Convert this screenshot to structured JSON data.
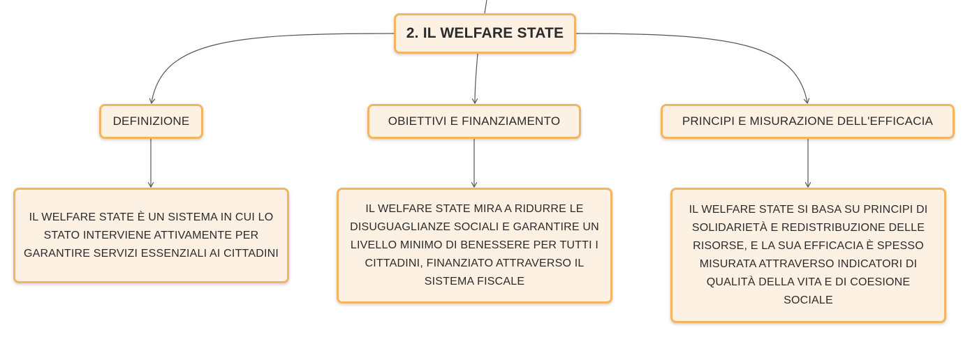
{
  "colors": {
    "node_fill": "#fdf1e3",
    "node_border": "#f5b461",
    "connector": "#555555",
    "text": "#2b2b2b"
  },
  "root": {
    "label": "2. IL WELFARE STATE"
  },
  "branches": [
    {
      "label": "DEFINIZIONE",
      "detail": "IL WELFARE STATE È UN SISTEMA IN CUI LO STATO INTERVIENE ATTIVAMENTE PER GARANTIRE SERVIZI ESSENZIALI AI CITTADINI"
    },
    {
      "label": "OBIETTIVI E FINANZIAMENTO",
      "detail": "IL WELFARE STATE MIRA A RIDURRE LE DISUGUAGLIANZE SOCIALI E GARANTIRE UN LIVELLO MINIMO DI BENESSERE PER TUTTI I CITTADINI, FINANZIATO ATTRAVERSO IL SISTEMA FISCALE"
    },
    {
      "label": "PRINCIPI E MISURAZIONE DELL'EFFICACIA",
      "detail": "IL WELFARE STATE SI BASA SU PRINCIPI DI SOLIDARIETÀ E REDISTRIBUZIONE DELLE RISORSE, E LA SUA EFFICACIA È SPESSO MISURATA ATTRAVERSO INDICATORI DI QUALITÀ DELLA VITA E DI COESIONE SOCIALE"
    }
  ]
}
